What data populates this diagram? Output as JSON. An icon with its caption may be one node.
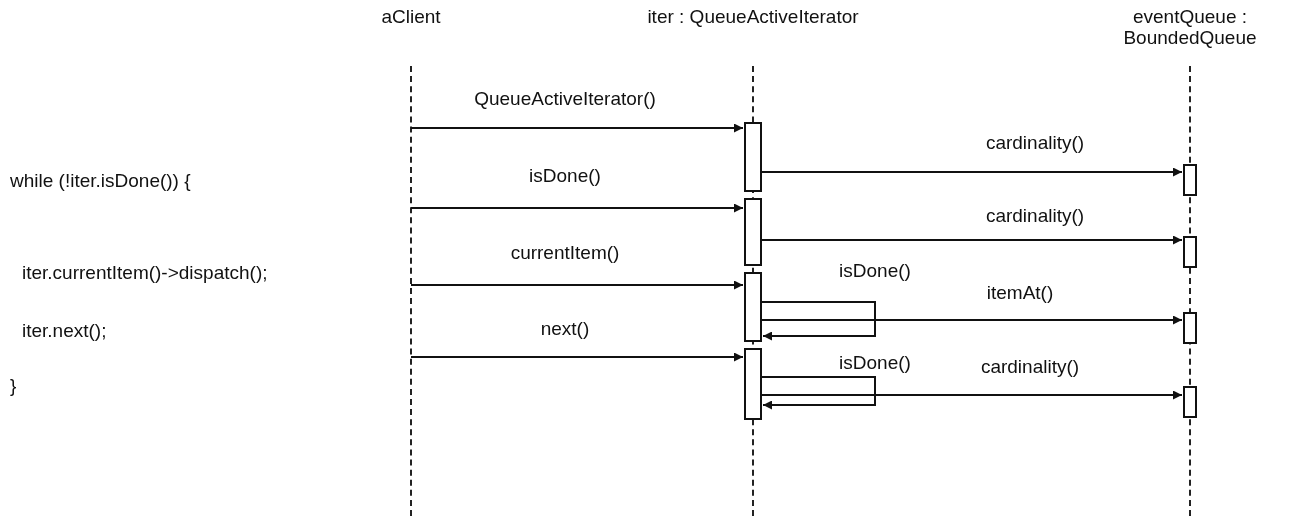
{
  "diagram": {
    "nodes": [
      {
        "text": [
          "aClient"
        ]
      },
      {
        "text": [
          "iter : QueueActiveIterator"
        ]
      },
      {
        "text": [
          "eventQueue : BoundedQueue"
        ]
      },
      {
        "text": [],
        "shape": "bar"
      },
      {
        "text": [],
        "shape": "bar"
      },
      {
        "text": [],
        "shape": "bar"
      },
      {
        "text": [],
        "shape": "bar"
      },
      {
        "text": [],
        "shape": "bar"
      },
      {
        "text": [],
        "shape": "bar"
      },
      {
        "text": [],
        "shape": "bar"
      },
      {
        "text": [],
        "shape": "bar"
      }
    ],
    "edges": [
      {
        "from": 0,
        "to": 3,
        "arrow": "to",
        "label": "QueueActiveIterator()"
      },
      {
        "from": 3,
        "to": 7,
        "arrow": "to",
        "label": "cardinality()"
      },
      {
        "from": 0,
        "to": 4,
        "arrow": "to",
        "label": "isDone()"
      },
      {
        "from": 4,
        "to": 8,
        "arrow": "to",
        "label": "cardinality()"
      },
      {
        "from": 0,
        "to": 5,
        "arrow": "to",
        "label": "currentItem()"
      },
      {
        "from": 5,
        "to": 5,
        "arrow": "to",
        "label": "isDone()"
      },
      {
        "from": 5,
        "to": 9,
        "arrow": "to",
        "label": "itemAt()"
      },
      {
        "from": 0,
        "to": 6,
        "arrow": "to",
        "label": "next()"
      },
      {
        "from": 6,
        "to": 6,
        "arrow": "to",
        "label": "isDone()"
      },
      {
        "from": 6,
        "to": 10,
        "arrow": "to",
        "label": "cardinality()"
      }
    ],
    "labels": [
      "while (!iter.isDone()) {",
      "iter.currentItem()->dispatch();",
      "iter.next();",
      "}"
    ]
  }
}
